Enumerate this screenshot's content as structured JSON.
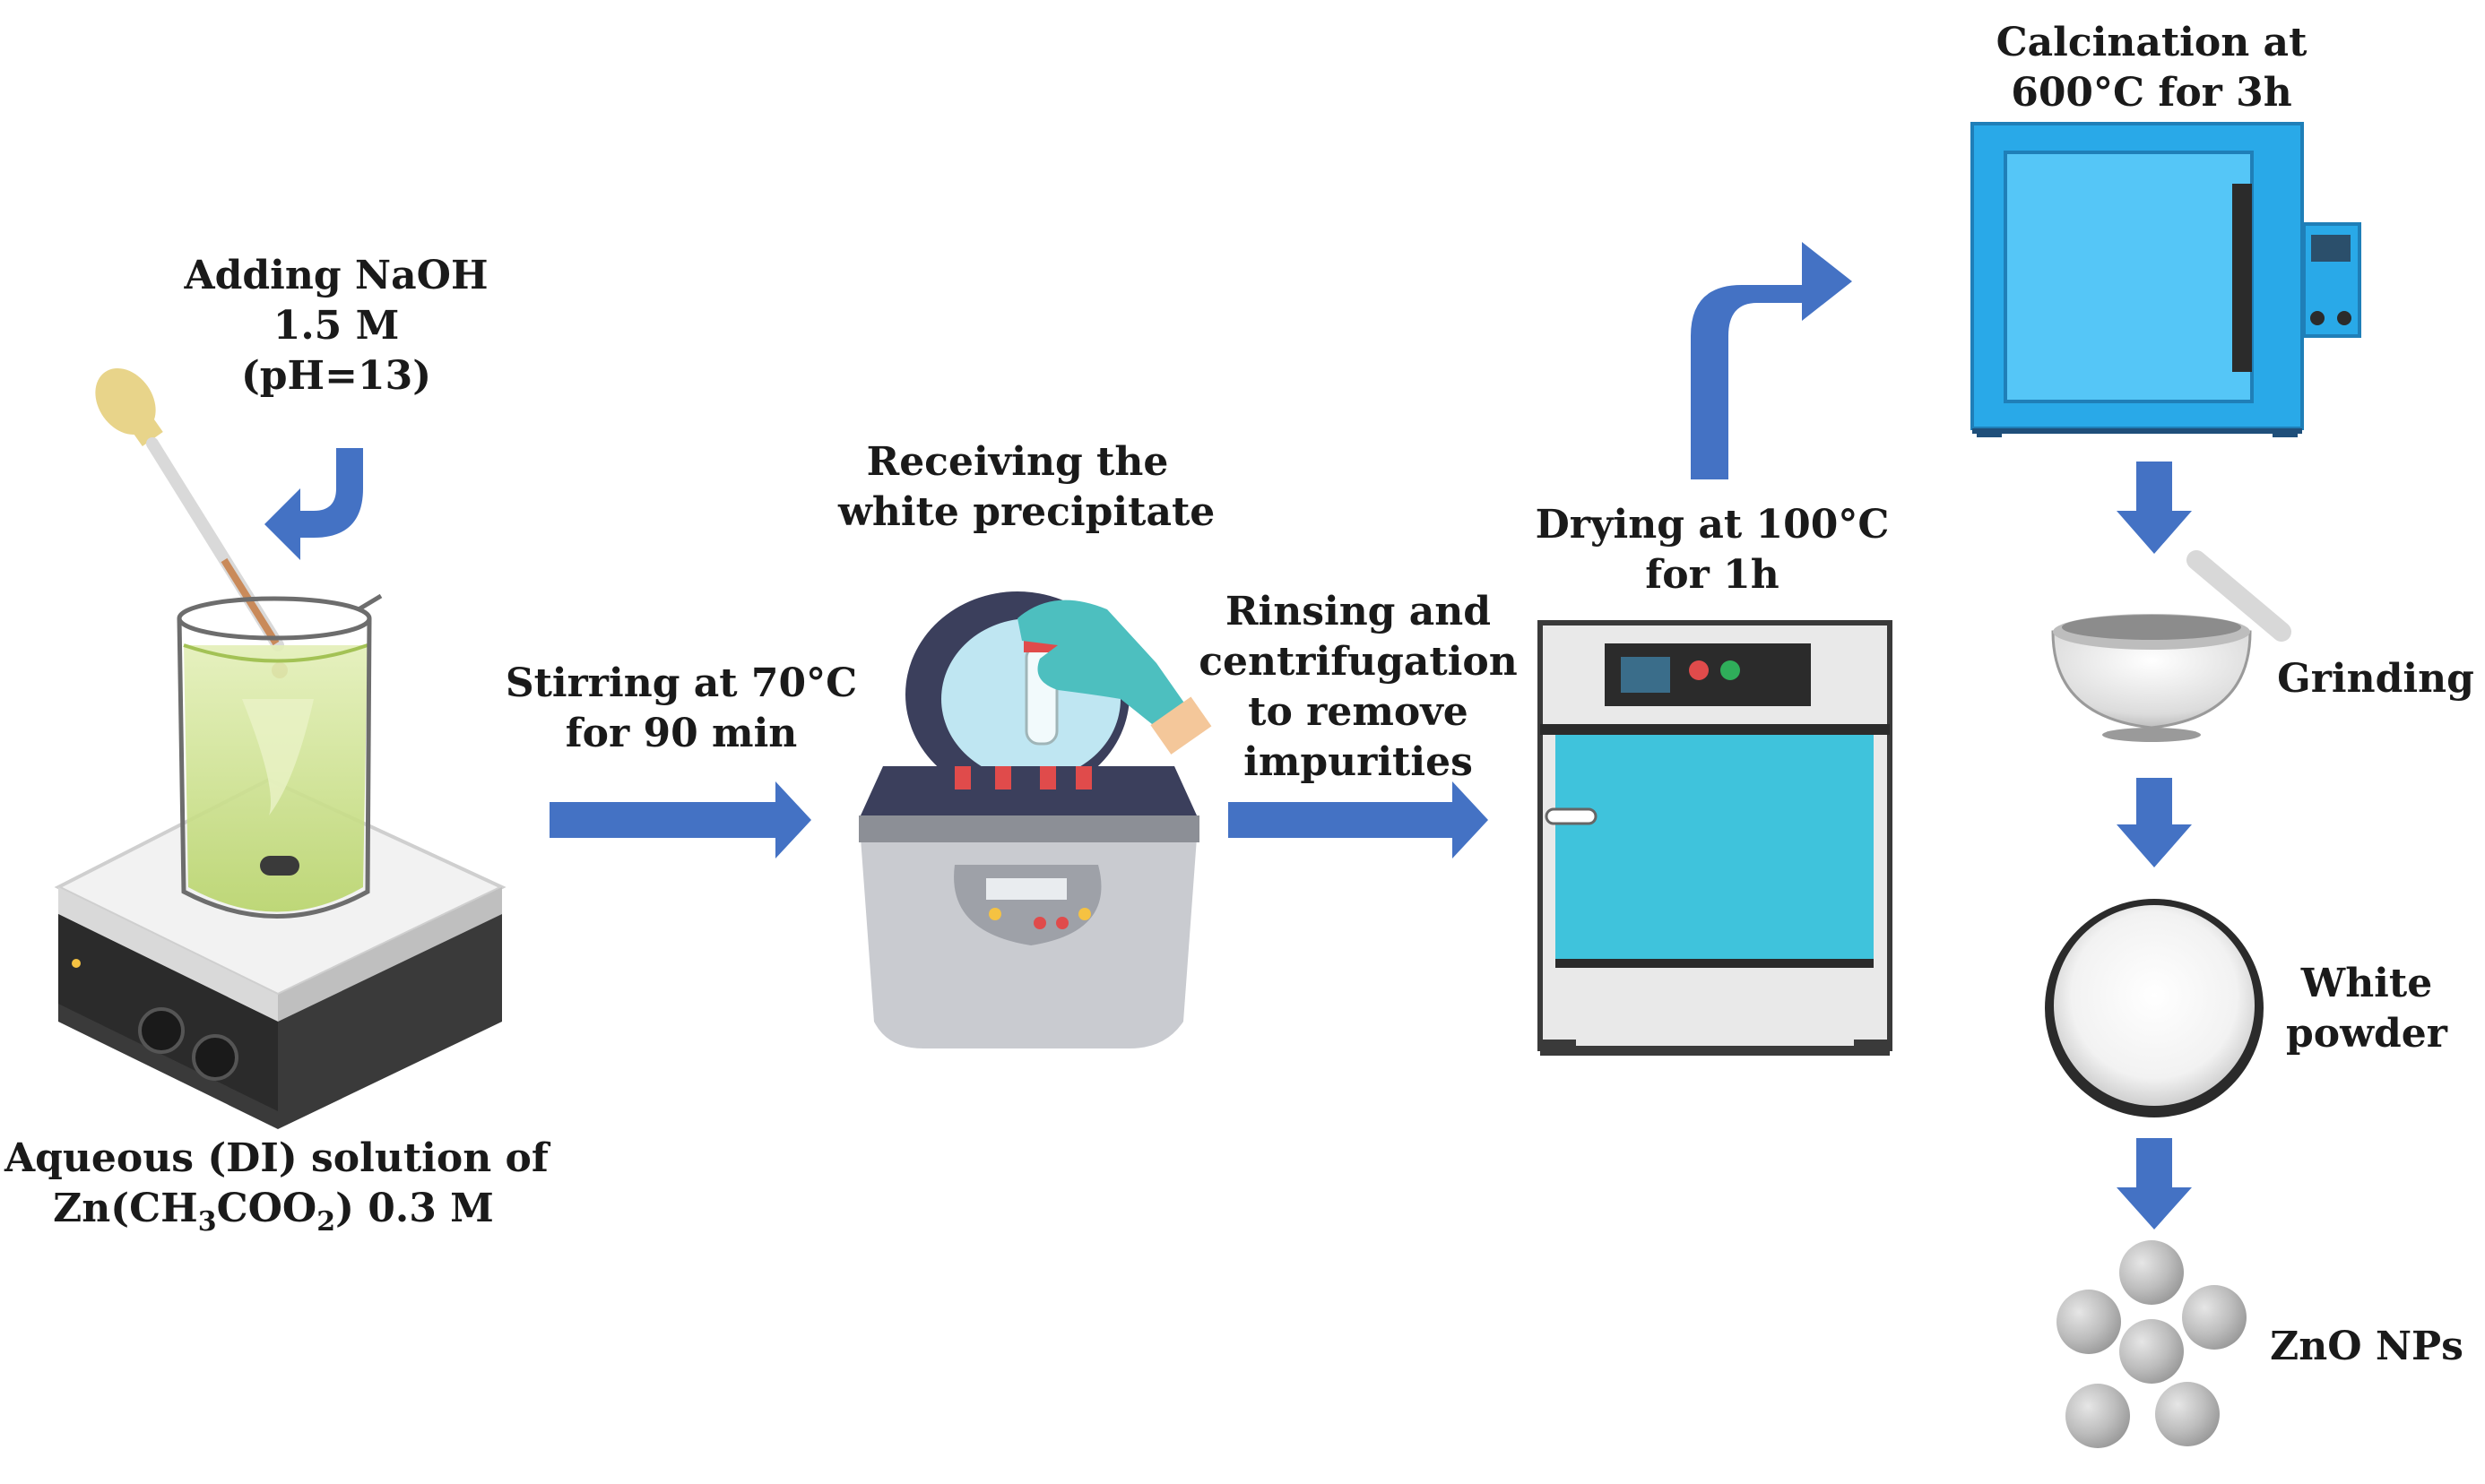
{
  "labels": {
    "naoh": {
      "line1": "Adding NaOH",
      "line2": "1.5 M",
      "line3": "(pH=13)"
    },
    "solution": {
      "line1": "Aqueous (DI) solution of",
      "line2_pre": "Zn(CH",
      "sub1": "3",
      "line2_mid": "COO",
      "sub2": "2",
      "line2_post": ") 0.3 M"
    },
    "stirring": {
      "line1": "Stirring at 70°C",
      "line2": "for 90 min"
    },
    "receiving": {
      "line1": "Receiving the",
      "line2": "white precipitate"
    },
    "rinsing": {
      "line1": "Rinsing and",
      "line2": "centrifugation",
      "line3": "to remove",
      "line4": "impurities"
    },
    "drying": {
      "line1": "Drying at 100°C",
      "line2": "for 1h"
    },
    "calcination": {
      "line1": "Calcination at",
      "line2": "600°C for 3h"
    },
    "grinding": "Grinding",
    "powder": {
      "line1": "White",
      "line2": "powder"
    },
    "zno": "ZnO NPs"
  },
  "colors": {
    "arrow": "#4472c4",
    "furnace": "#29a9e8",
    "furnace_inner": "#55c6f7",
    "oven_window": "#3fc3dc",
    "hotplate_top": "#f2f2f2",
    "hotplate_body": "#3a3a3a",
    "solution": "#c9e08a",
    "glove": "#4dbfbf"
  },
  "icons": [
    "dropper-icon",
    "beaker-icon",
    "hotplate-icon",
    "centrifuge-icon",
    "oven-icon",
    "furnace-icon",
    "mortar-icon",
    "powder-icon",
    "nanoparticles-icon"
  ]
}
